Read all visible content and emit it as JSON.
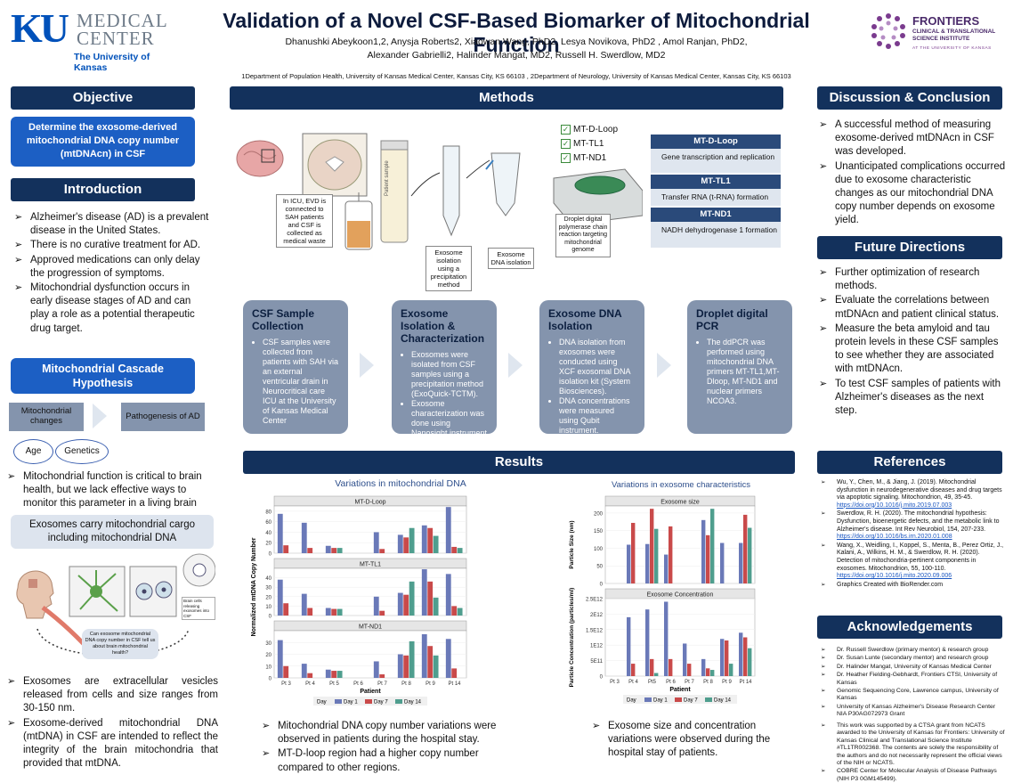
{
  "header": {
    "logo_left_ku": "KU",
    "logo_left_line1": "MEDICAL",
    "logo_left_line2": "CENTER",
    "logo_left_sub": "The University of Kansas",
    "title": "Validation of a Novel CSF-Based Biomarker of Mitochondrial Function",
    "authors_line1": "Dhanushki Abeykoon1,2, Anysja Roberts2, Xiaowan Wang, PhD2, Lesya Novikova, PhD2 , Amol Ranjan, PhD2,",
    "authors_line2": "Alexander Gabrielli2, Halinder Mangat, MD2, Russell H. Swerdlow, MD2",
    "affiliations": "1Department of Population Health, University of Kansas Medical Center, Kansas City, KS 66103 , 2Department of Neurology, University of Kansas Medical Center, Kansas City, KS 66103",
    "logo_right_line1": "FRONTIERS",
    "logo_right_line2": "CLINICAL & TRANSLATIONAL",
    "logo_right_line3": "SCIENCE INSTITUTE",
    "logo_right_line4": "AT THE UNIVERSITY OF KANSAS"
  },
  "objective": {
    "heading": "Objective",
    "text": "Determine the exosome-derived mitochondrial DNA copy number (mtDNAcn) in CSF"
  },
  "introduction": {
    "heading": "Introduction",
    "bullets": [
      "Alzheimer's disease (AD) is a prevalent disease in the United States.",
      "There is no curative treatment for AD.",
      "Approved medications can only delay the progression of symptoms.",
      "Mitochondrial dysfunction occurs in early disease stages of AD and can play a role as a potential therapeutic drug target."
    ]
  },
  "cascade": {
    "heading": "Mitochondrial Cascade Hypothesis",
    "box1": "Mitochondrial changes",
    "box2": "Pathogenesis of AD",
    "oval1": "Age",
    "oval2": "Genetics",
    "bullet": "Mitochondrial function is critical to brain health, but we lack effective ways to monitor this parameter in a living brain"
  },
  "exosomes": {
    "banner": "Exosomes carry mitochondrial cargo including mitochondrial DNA",
    "img_label1": "Brain cells releasing exosomes into CSF",
    "img_label2": "Can exosome mitochondrial DNA copy number in CSF tell us about brain mitochondrial health?",
    "bullets": [
      "Exosomes are extracellular vesicles released from cells and size ranges from 30-150 nm.",
      "Exosome-derived mitochondrial DNA (mtDNA) in CSF are intended to reflect the integrity of the brain mitochondria that provided that mtDNA."
    ]
  },
  "methods": {
    "heading": "Methods",
    "fig_icu": "In ICU, EVD is connected to SAH patients and CSF is collected as medical waste",
    "fig_tube": "Patient sample",
    "fig_iso": "Exosome isolation using a precipitation method",
    "fig_dna": "Exosome DNA isolation",
    "fig_pcr": "Droplet digital polymerase chain reaction targeting mitochondrial genome",
    "checks": [
      "MT-D-Loop",
      "MT-TL1",
      "MT-ND1"
    ],
    "targets": [
      {
        "name": "MT-D-Loop",
        "desc": "Gene transcription and replication"
      },
      {
        "name": "MT-TL1",
        "desc": "Transfer RNA (t-RNA) formation"
      },
      {
        "name": "MT-ND1",
        "desc": "NADH dehydrogenase 1 formation"
      }
    ],
    "steps": [
      {
        "title": "CSF Sample Collection",
        "items": [
          "CSF samples were collected from patients with SAH via an external ventricular drain in Neurocritical care ICU at the University of Kansas Medical Center"
        ]
      },
      {
        "title": "Exosome Isolation & Characterization",
        "items": [
          "Exosomes were isolated from CSF samples using a precipitation method (ExoQuick-TCTM).",
          "Exosome characterization was done using Nanosight instrument"
        ]
      },
      {
        "title": "Exosome DNA Isolation",
        "items": [
          "DNA isolation from exosomes were conducted using XCF exosomal DNA isolation kit (System Biosciences).",
          "DNA concentrations were measured using Qubit instrument."
        ]
      },
      {
        "title": "Droplet digital PCR",
        "items": [
          "The ddPCR was performed using mitochondrial DNA primers MT-TL1,MT-Dloop, MT-ND1 and nuclear primers NCOA3."
        ]
      }
    ]
  },
  "results": {
    "heading": "Results",
    "left_title": "Variations in mitochondrial DNA",
    "right_title": "Variations in exosome characteristics",
    "left_bullets": [
      "Mitochondrial DNA copy number variations were observed in patients during the hospital stay.",
      "MT-D-loop region had a higher copy number compared to other regions."
    ],
    "right_bullets": [
      "Exosome size and concentration variations were observed during the hospital stay of patients."
    ]
  },
  "chart_data": [
    {
      "type": "bar",
      "title": "Variations in mitochondrial DNA",
      "ylabel": "Normalized mtDNA Copy Number",
      "xlabel": "Patient",
      "legend_title": "Day",
      "categories": [
        "Pt 3",
        "Pt 4",
        "Pt 5",
        "Pt 6",
        "Pt 7",
        "Pt 8",
        "Pt 9",
        "Pt 14"
      ],
      "colors": [
        "#6a79b8",
        "#c94a4a",
        "#4f9e8e"
      ],
      "panels": [
        {
          "title": "MT-D-Loop",
          "ylim": [
            0,
            90
          ],
          "yticks": [
            0,
            20,
            40,
            60,
            80
          ],
          "series": [
            {
              "name": "Day 1",
              "values": [
                75,
                58,
                14,
                0,
                40,
                35,
                53,
                88
              ]
            },
            {
              "name": "Day 7",
              "values": [
                15,
                10,
                10,
                0,
                8,
                30,
                48,
                12
              ]
            },
            {
              "name": "Day 14",
              "values": [
                0,
                0,
                10,
                0,
                0,
                48,
                33,
                10
              ]
            }
          ]
        },
        {
          "title": "MT-TL1",
          "ylim": [
            0,
            50
          ],
          "yticks": [
            0,
            10,
            20,
            30,
            40
          ],
          "series": [
            {
              "name": "Day 1",
              "values": [
                38,
                23,
                8,
                0,
                20,
                24,
                49,
                44
              ]
            },
            {
              "name": "Day 7",
              "values": [
                13,
                8,
                7,
                0,
                5,
                22,
                36,
                10
              ]
            },
            {
              "name": "Day 14",
              "values": [
                0,
                0,
                7,
                0,
                0,
                36,
                19,
                8
              ]
            }
          ]
        },
        {
          "title": "MT-ND1",
          "ylim": [
            0,
            40
          ],
          "yticks": [
            0,
            10,
            20,
            30
          ],
          "series": [
            {
              "name": "Day 1",
              "values": [
                32,
                12,
                7,
                0,
                14,
                20,
                37,
                33
              ]
            },
            {
              "name": "Day 7",
              "values": [
                10,
                4,
                6,
                0,
                3,
                19,
                27,
                8
              ]
            },
            {
              "name": "Day 14",
              "values": [
                0,
                0,
                6,
                0,
                0,
                31,
                19,
                0
              ]
            }
          ]
        }
      ]
    },
    {
      "type": "bar",
      "title": "Variations in exosome characteristics",
      "xlabel": "Patient",
      "legend_title": "Day",
      "categories": [
        "Pt 3",
        "Pt 4",
        "Pt5",
        "Pt 6",
        "Pt 7",
        "Pt 8",
        "Pt 9",
        "Pt 14"
      ],
      "colors": [
        "#6a79b8",
        "#c94a4a",
        "#4f9e8e"
      ],
      "panels": [
        {
          "title": "Exosome size",
          "ylabel": "Particle Size (nm)",
          "ylim": [
            0,
            220
          ],
          "yticks": [
            0,
            50,
            100,
            150,
            200
          ],
          "ytick_labels": [
            "0",
            "50",
            "100",
            "150",
            "200"
          ],
          "series": [
            {
              "name": "Day 1",
              "values": [
                0,
                110,
                112,
                82,
                0,
                180,
                115,
                115
              ]
            },
            {
              "name": "Day 7",
              "values": [
                0,
                172,
                212,
                162,
                0,
                137,
                0,
                195
              ]
            },
            {
              "name": "Day 14",
              "values": [
                0,
                0,
                155,
                0,
                0,
                212,
                0,
                158
              ]
            }
          ]
        },
        {
          "title": "Exosome Concentration",
          "ylabel": "Particle Concentration (particles/ml)",
          "ylim": [
            0,
            2500000000000.0
          ],
          "yticks": [
            0,
            500000000000.0,
            1000000000000.0,
            1500000000000.0,
            2000000000000.0,
            2500000000000.0
          ],
          "ytick_labels": [
            "0",
            "5E11",
            "1E12",
            "1.5E12",
            "2E12",
            "2.5E12"
          ],
          "series": [
            {
              "name": "Day 1",
              "values": [
                0,
                1900000000000.0,
                2150000000000.0,
                2400000000000.0,
                1050000000000.0,
                550000000000.0,
                1200000000000.0,
                1400000000000.0
              ]
            },
            {
              "name": "Day 7",
              "values": [
                0,
                400000000000.0,
                550000000000.0,
                550000000000.0,
                400000000000.0,
                250000000000.0,
                1150000000000.0,
                1250000000000.0
              ]
            },
            {
              "name": "Day 14",
              "values": [
                0,
                0,
                100000000000.0,
                0,
                0,
                200000000000.0,
                400000000000.0,
                900000000000.0
              ]
            }
          ]
        }
      ]
    }
  ],
  "discussion": {
    "heading": "Discussion & Conclusion",
    "bullets": [
      "A successful method of measuring exosome-derived mtDNAcn in CSF was developed.",
      "Unanticipated complications occurred due to exosome characteristic changes as our mitochondrial DNA copy number depends on exosome yield."
    ]
  },
  "future": {
    "heading": "Future Directions",
    "bullets": [
      "Further optimization of research methods.",
      "Evaluate the correlations between mtDNAcn and patient clinical status.",
      "Measure the beta amyloid and tau protein levels in these CSF samples to see whether they are associated with mtDNAcn.",
      "To test CSF samples of patients with Alzheimer's diseases as the next step."
    ]
  },
  "references": {
    "heading": "References",
    "items": [
      {
        "text": "Wu, Y., Chen, M., & Jiang, J. (2019). Mitochondrial dysfunction in neurodegenerative diseases and drug targets via apoptotic signaling. Mitochondrion, 49, 35-45.",
        "link": "https://doi.org/10.1016/j.mito.2019.07.003"
      },
      {
        "text": "Swerdlow, R. H. (2020). The mitochondrial hypothesis: Dysfunction, bioenergetic defects, and the metabolic link to Alzheimer's disease. Int Rev Neurobiol, 154, 207-233.",
        "link": "https://doi.org/10.1016/bs.irn.2020.01.008"
      },
      {
        "text": "Wang, X., Weidling, I., Koppel, S., Menta, B., Perez Ortiz, J., Kalani, A., Wilkins, H. M., & Swerdlow, R. H. (2020). Detection of mitochondria-pertinent components in exosomes. Mitochondrion, 55, 100-110.",
        "link": "https://doi.org/10.1016/j.mito.2020.09.006"
      },
      {
        "text": "Graphics Created with BioRender.com",
        "link": ""
      }
    ]
  },
  "acknowledgements": {
    "heading": "Acknowledgements",
    "items": [
      "Dr. Russell Swerdlow (primary mentor) & research group",
      "Dr. Susan Lunte (secondary mentor) and research group",
      "Dr. Halinder Mangat, University of Kansas Medical Center",
      "Dr. Heather Fielding-Gebhardt, Frontiers CTSI, University of Kansas",
      "Genomic Sequencing Core, Lawrence campus, University of Kansas",
      "University of Kansas Alzheimer's Disease Research Center NIA P30AG072973 Grant"
    ],
    "funding": [
      "This work was supported by a CTSA grant from NCATS awarded to the University of Kansas for Frontiers: University of Kansas Clinical and Translational Science Institute #TL1TR002368. The contents are solely the responsibility of the authors and do not necessarily represent the official views of the NIH or NCATS.",
      "COBRE Center for Molecular Analysis of Disease Pathways (NIH P3 0GM145499)."
    ]
  }
}
